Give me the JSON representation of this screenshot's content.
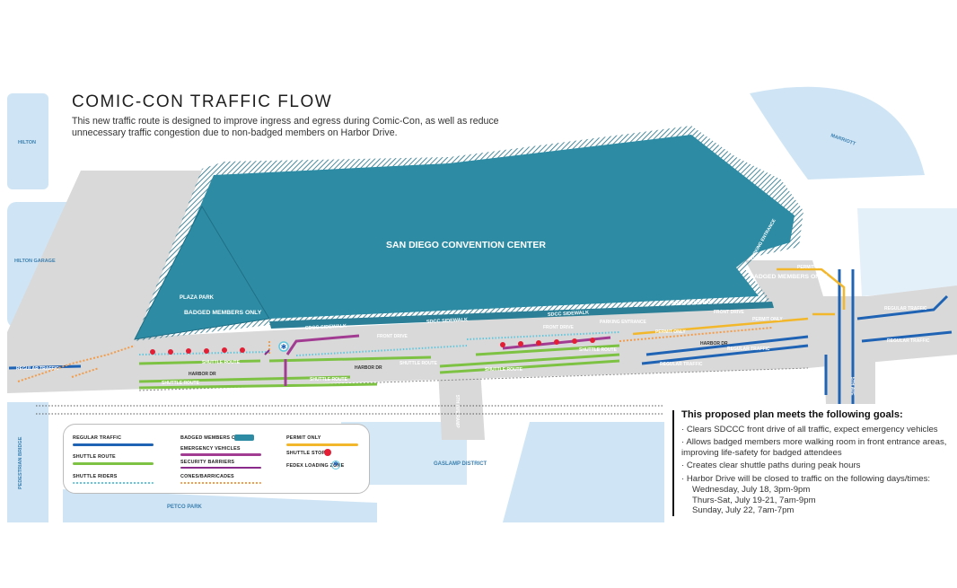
{
  "header": {
    "title": "COMIC-CON TRAFFIC FLOW",
    "subtitle": "This new traffic route is designed to improve ingress and egress during Comic-Con, as well as reduce unnecessary traffic congestion due to non-badged members on Harbor Drive."
  },
  "colors": {
    "water": "#cfe5f5",
    "convention": "#2d8ca4",
    "road": "#d9d9d9",
    "regular": "#1f63b5",
    "shuttle": "#7dc243",
    "shuttle_riders": "#5fc7de",
    "badged": "#2d8ca4",
    "emergency": "#a23c93",
    "barrier": "#8a2a8a",
    "cones": "#f39c4a",
    "permit": "#f3b72b",
    "stop": "#e31e35"
  },
  "map": {
    "labels": {
      "hilton": "HILTON",
      "hilton_garage": "HILTON GARAGE",
      "marriott": "MARRIOTT",
      "convention_center": "SAN DIEGO CONVENTION CENTER",
      "plaza_park": "PLAZA PARK",
      "badged_left": "BADGED MEMBERS ONLY",
      "badged_right": "BADGED MEMBERS ONLY",
      "parking_entrance_bldg": "PARKING ENTRANCE",
      "sdcc_sidewalk": "SDCC SIDEWALK",
      "front_drive": "FRONT DRIVE",
      "parking_entrance": "PARKING ENTRANCE",
      "harbor_dr": "HARBOR DR",
      "shuttle_route": "SHUTTLE ROUTE",
      "regular_traffic": "REGULAR TRAFFIC",
      "permit_only": "PERMIT ONLY",
      "gaslamp_district": "GASLAMP DISTRICT",
      "petco_park": "PETCO PARK",
      "pedestrian_bridge": "PEDESTRIAN BRIDGE",
      "fifth_ave": "5TH AVE",
      "fifth_ave_ramp": "5TH AVE RAMP"
    }
  },
  "legend": {
    "regular_traffic": "REGULAR TRAFFIC",
    "badged_members_only": "BADGED MEMBERS ONLY",
    "permit_only": "PERMIT ONLY",
    "emergency_vehicles": "EMERGENCY VEHICLES",
    "shuttle_route": "SHUTTLE ROUTE",
    "security_barriers": "SECURITY BARRIERS",
    "shuttle_stops": "SHUTTLE STOPS",
    "fedex_loading_zone": "FEDEX LOADING ZONE",
    "shuttle_riders": "SHUTTLE RIDERS",
    "cones_barricades": "CONES/BARRICADES"
  },
  "goals": {
    "heading": "This proposed plan meets the following goals:",
    "items": [
      "· Clears SDCCC front drive of all traffic, expect emergency vehicles",
      "· Allows badged members more walking room in front entrance areas, improving life-safety for badged attendees",
      "· Creates clear shuttle paths during peak hours",
      "· Harbor Drive will be closed to traffic on the following days/times:"
    ],
    "schedule": [
      "Wednesday, July 18, 3pm-9pm",
      "Thurs-Sat, July 19-21, 7am-9pm",
      "Sunday, July 22, 7am-7pm"
    ]
  }
}
